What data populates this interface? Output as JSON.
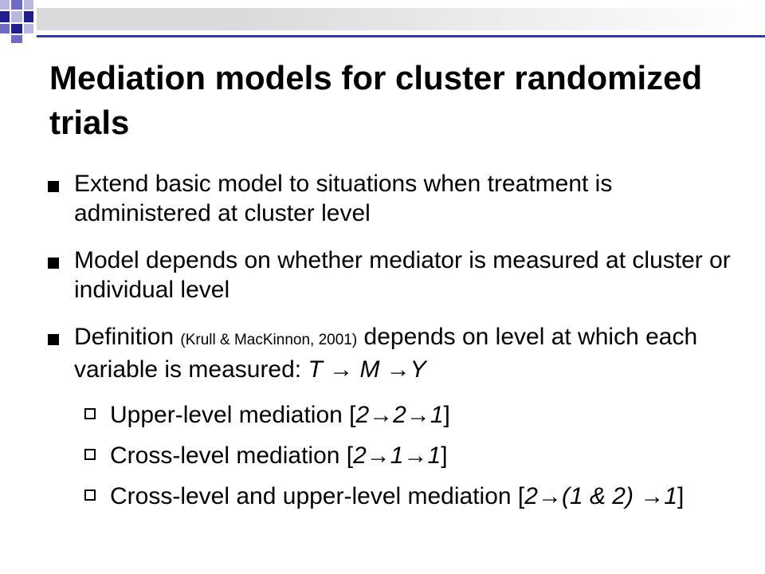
{
  "slide": {
    "title": "Mediation models for cluster randomized trials",
    "bullets": [
      {
        "text": "Extend basic model to situations when treatment is administered at cluster level"
      },
      {
        "text": "Model depends on whether mediator is measured at cluster or individual level"
      },
      {
        "pre": "Definition ",
        "cite": "(Krull & MacKinnon, 2001)",
        "mid": " depends on level at which each variable is measured: ",
        "formula": "T → M →Y"
      }
    ],
    "sub_bullets": [
      {
        "label": "Upper-level mediation [",
        "code": "2→2→1",
        "close": "]"
      },
      {
        "label": "Cross-level mediation [",
        "code": "2→1→1",
        "close": "]"
      },
      {
        "label": "Cross-level and upper-level mediation [",
        "code": "2→(1 & 2) →1",
        "close": "]"
      }
    ]
  },
  "colors": {
    "accent_dark": "#1f1f8f",
    "accent_mid": "#6c6cc4",
    "accent_light": "#b8b8e0",
    "rule": "#3333aa",
    "gray_bar": "#d9d9d9"
  }
}
